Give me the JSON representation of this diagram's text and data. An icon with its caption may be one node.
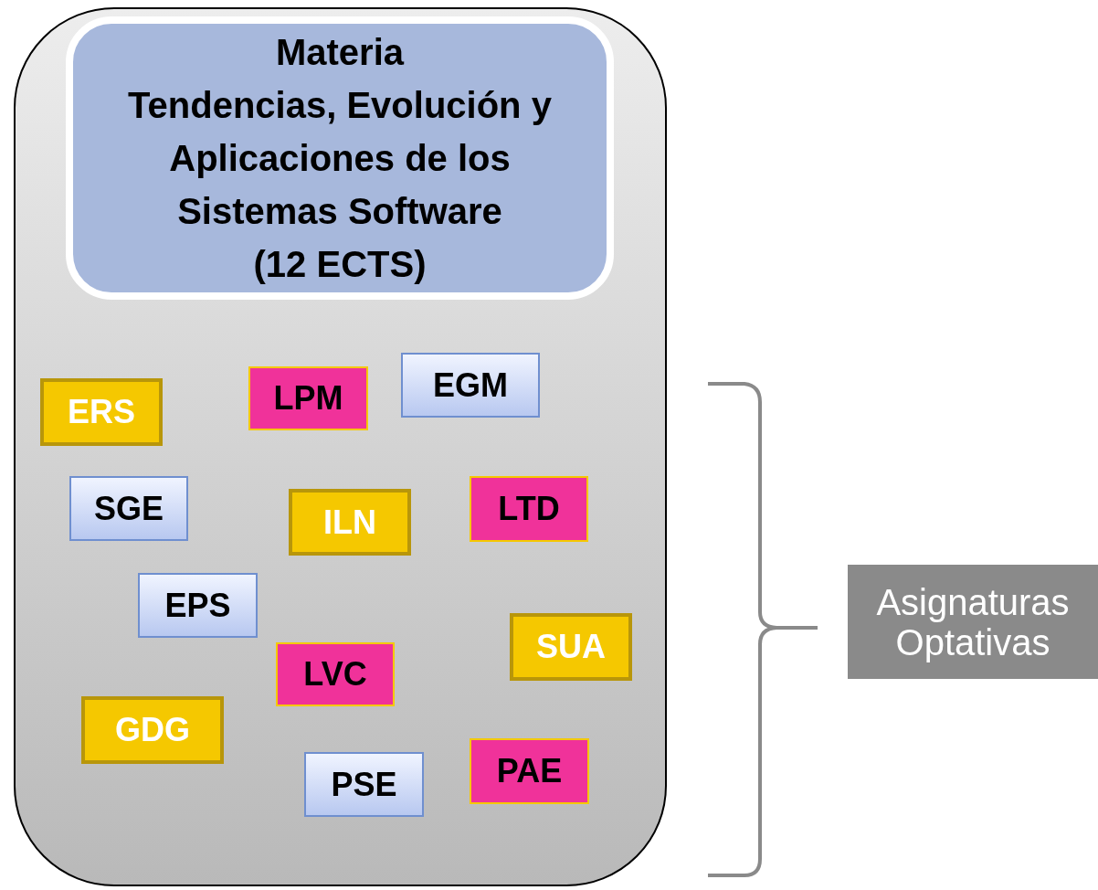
{
  "diagram": {
    "nodes": [
      {
        "text": [],
        "shape": "box"
      },
      {
        "text": [
          "Materia",
          "Tendencias, Evolución y Aplicaciones de los Sistemas Software",
          "(12 ECTS)"
        ],
        "in": 0
      },
      {
        "text": [
          "ERS"
        ],
        "in": 0
      },
      {
        "text": [
          "LPM"
        ],
        "in": 0
      },
      {
        "text": [
          "EGM"
        ],
        "in": 0
      },
      {
        "text": [
          "SGE"
        ],
        "in": 0
      },
      {
        "text": [
          "ILN"
        ],
        "in": 0
      },
      {
        "text": [
          "LTD"
        ],
        "in": 0
      },
      {
        "text": [
          "EPS"
        ],
        "in": 0
      },
      {
        "text": [
          "SUA"
        ],
        "in": 0
      },
      {
        "text": [
          "LVC"
        ],
        "in": 0
      },
      {
        "text": [
          "GDG"
        ],
        "in": 0
      },
      {
        "text": [
          "PSE"
        ],
        "in": 0
      },
      {
        "text": [
          "PAE"
        ],
        "in": 0
      },
      {
        "text": [
          "Asignaturas Optativas"
        ]
      }
    ],
    "edges": []
  }
}
